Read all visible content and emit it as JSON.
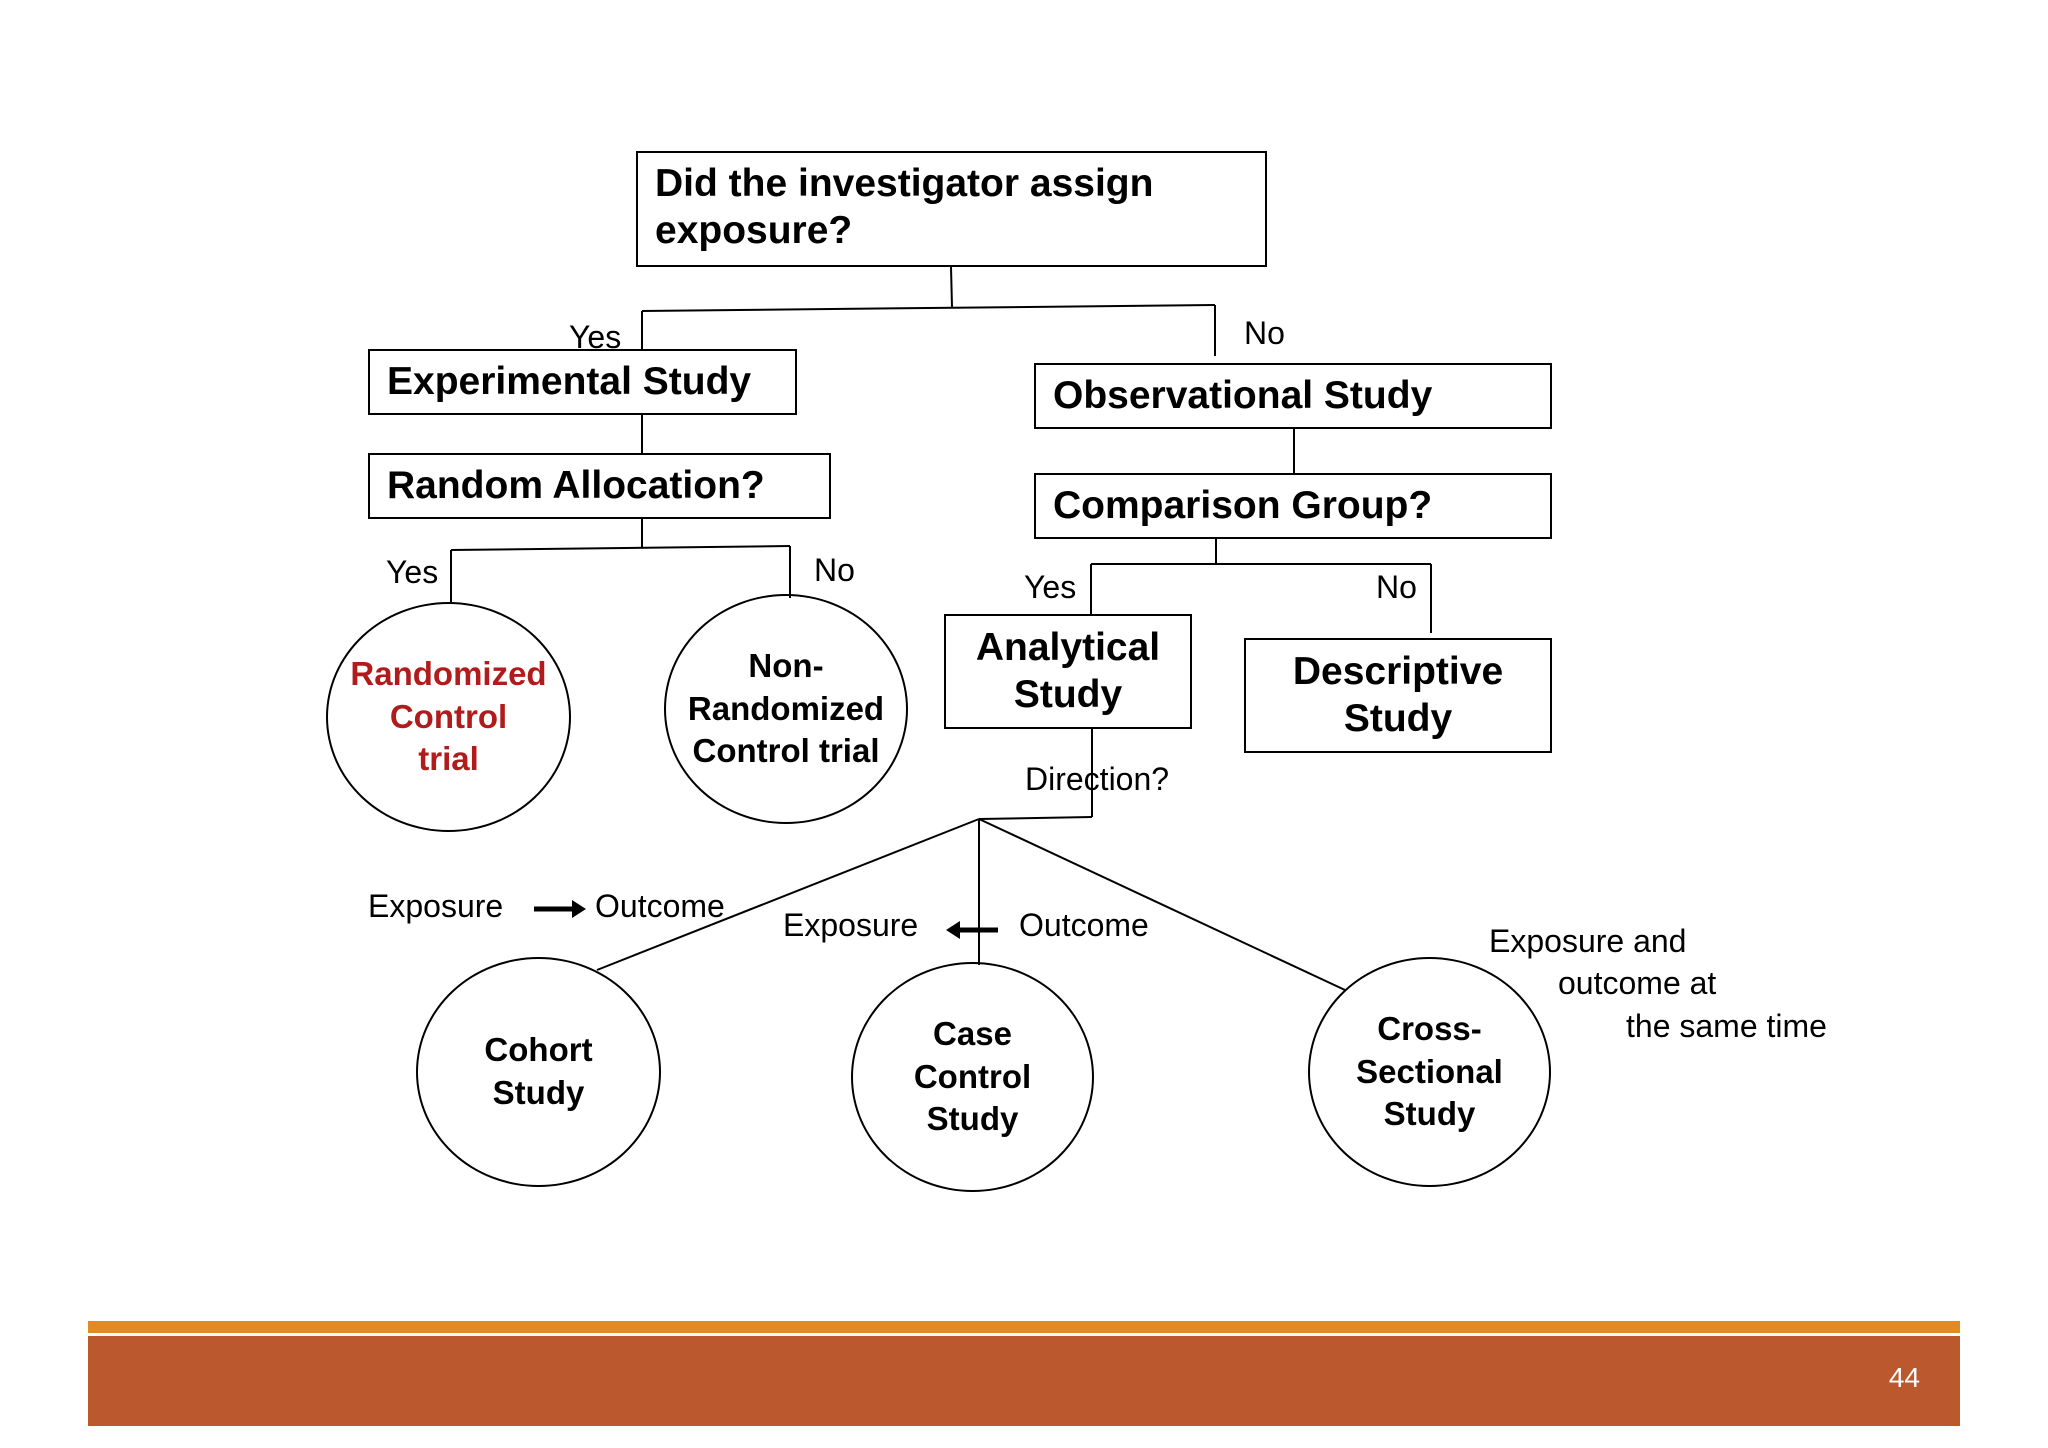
{
  "diagram": {
    "root_question": "Did the investigator assign\nexposure?",
    "experimental_study": "Experimental Study",
    "observational_study": "Observational Study",
    "random_allocation": "Random Allocation?",
    "comparison_group": "Comparison Group?",
    "analytical_study": "Analytical\nStudy",
    "descriptive_study": "Descriptive\nStudy",
    "randomized_control_trial": "Randomized\nControl\ntrial",
    "non_randomized_control_trial": "Non-\nRandomized\nControl trial",
    "cohort_study": "Cohort\nStudy",
    "case_control_study": "Case\nControl\nStudy",
    "cross_sectional_study": "Cross-\nSectional\nStudy",
    "labels": {
      "yes": "Yes",
      "no": "No",
      "direction": "Direction?",
      "exposure": "Exposure",
      "outcome": "Outcome",
      "same_time_line1": "Exposure and",
      "same_time_line2": "outcome at",
      "same_time_line3": "the same time"
    },
    "highlight_color": "#b01c1c"
  },
  "footer": {
    "page_number": "44",
    "bar_color_top": "#e08b25",
    "bar_color_main": "#bb582e"
  }
}
